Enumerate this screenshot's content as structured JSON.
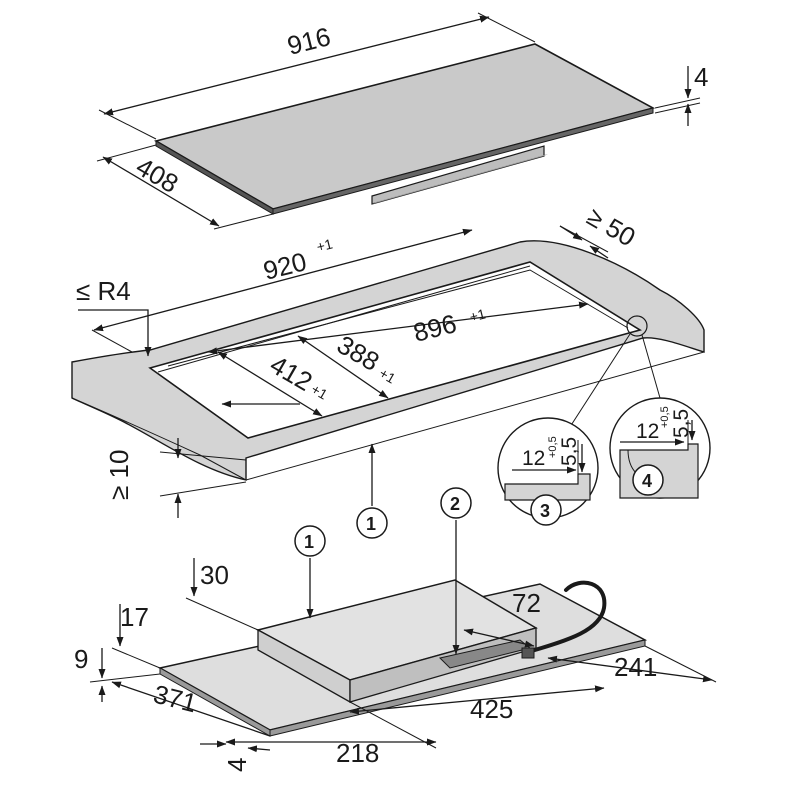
{
  "figure": "Cooktop installation dimensions",
  "colors": {
    "glass_top": "#c9c9c9",
    "worktop": "#d4d4d4",
    "outline": "#1a1a1a",
    "background": "#ffffff"
  },
  "cooktop": {
    "width": "916",
    "depth": "408",
    "thickness": "4"
  },
  "cutout": {
    "length": "920",
    "length_tol": "+1",
    "rear_clearance": "≥ 50",
    "corner_radius": "≤ R4",
    "inner_length": "896",
    "inner_length_tol": "+1",
    "inner_depth": "388",
    "inner_depth_tol": "+1",
    "depth": "412",
    "depth_tol": "+1",
    "worktop_min": "≥ 10"
  },
  "details": {
    "detail3": {
      "number": "3",
      "width": "12",
      "height": "5,5",
      "height_tol": "+0,5"
    },
    "detail4": {
      "number": "4",
      "width": "12",
      "height": "5,5",
      "height_tol": "+0,5"
    }
  },
  "callouts": {
    "c1": "1",
    "c2": "2"
  },
  "base_unit": {
    "height_30": "30",
    "height_17": "17",
    "height_9": "9",
    "offset_371": "371",
    "offset_4": "4",
    "width_218": "218",
    "width_425": "425",
    "width_241": "241",
    "width_72": "72"
  }
}
